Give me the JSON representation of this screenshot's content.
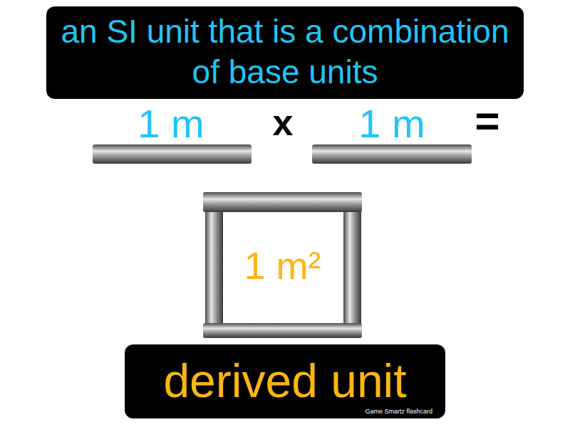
{
  "diagram": {
    "nodes": [
      {
        "text": [
          "an SI unit that is a combination of base units"
        ]
      },
      {
        "text": [
          "1 m²"
        ]
      },
      {
        "text": [
          "derived unit",
          "Game Smartz flashcard"
        ]
      }
    ],
    "labels": [
      "1 m",
      "x",
      "1 m",
      "="
    ]
  }
}
